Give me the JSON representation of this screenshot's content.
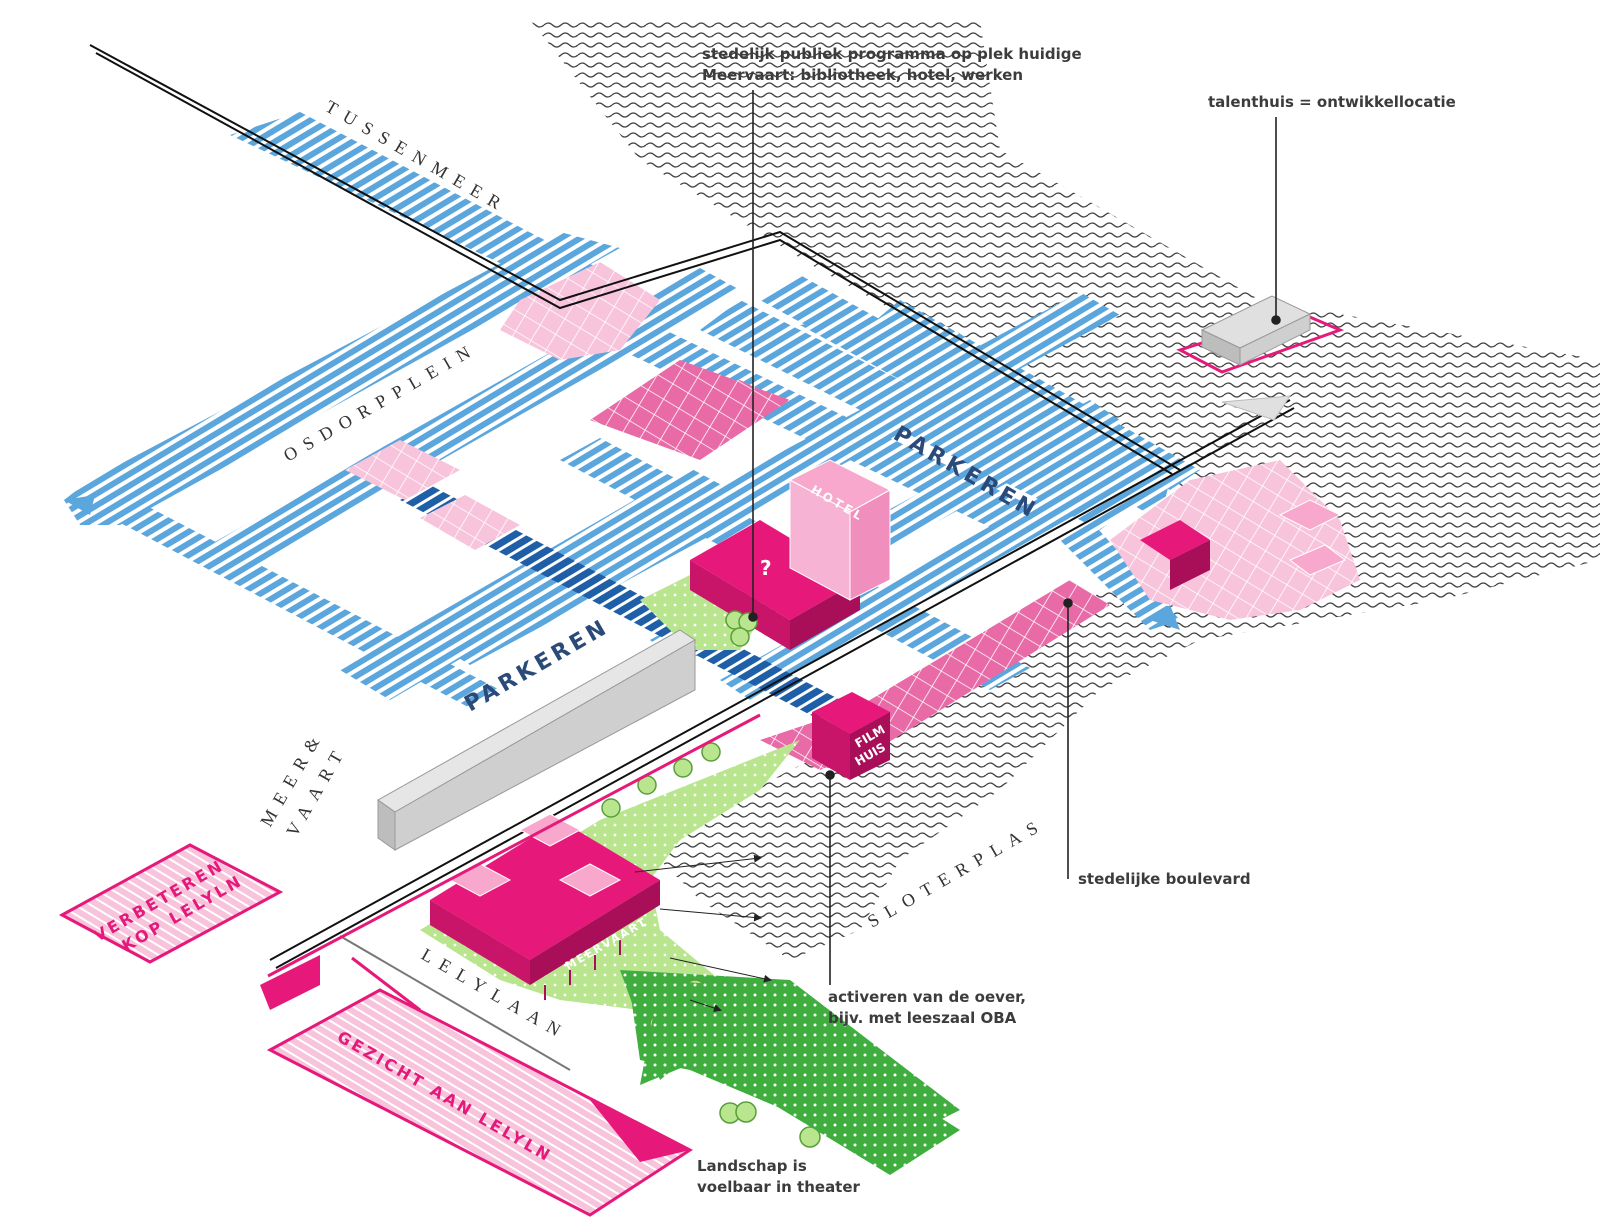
{
  "annotations": {
    "programma": [
      "stedelijk publiek programma op plek huidige",
      "Meervaart: bibliotheek, hotel, werken"
    ],
    "talenthuis": "talenthuis = ontwikkellocatie",
    "boulevard": "stedelijke boulevard",
    "oever": [
      "activeren van de oever,",
      "bijv.  met leeszaal OBA"
    ],
    "landschap": [
      "Landschap is",
      "voelbaar in theater"
    ]
  },
  "street_labels": {
    "tussenmeer": "TUSSENMEER",
    "osdorpplein": "OSDORPPLEIN",
    "meer_vaart_1": "MEER&",
    "meer_vaart_2": "VAART",
    "sloterplas": "SLOTERPLAS",
    "lelylaan": "LELYLAAN"
  },
  "parking_labels": {
    "north": "PARKEREN",
    "south": "PARKEREN"
  },
  "building_labels": {
    "question": "?",
    "hotel": "HOTEL",
    "film": "FILM",
    "huis": "HUIS",
    "meervaart": "MEERVAART"
  },
  "interventions": {
    "verbeteren_1": "VERBETEREN",
    "verbeteren_2": "KOP LELYLN",
    "gezicht": "GEZICHT AAN LELYLN"
  },
  "colors": {
    "parking_blue": "#5ba6dc",
    "dark_blue": "#1f5fa8",
    "magenta": "#e6197a",
    "light_pink": "#f7c4dc",
    "mid_pink": "#e86aa6",
    "green": "#3fae3f",
    "light_green": "#b9e58f",
    "grey": "#cfcfcf",
    "water_line": "#444444"
  }
}
